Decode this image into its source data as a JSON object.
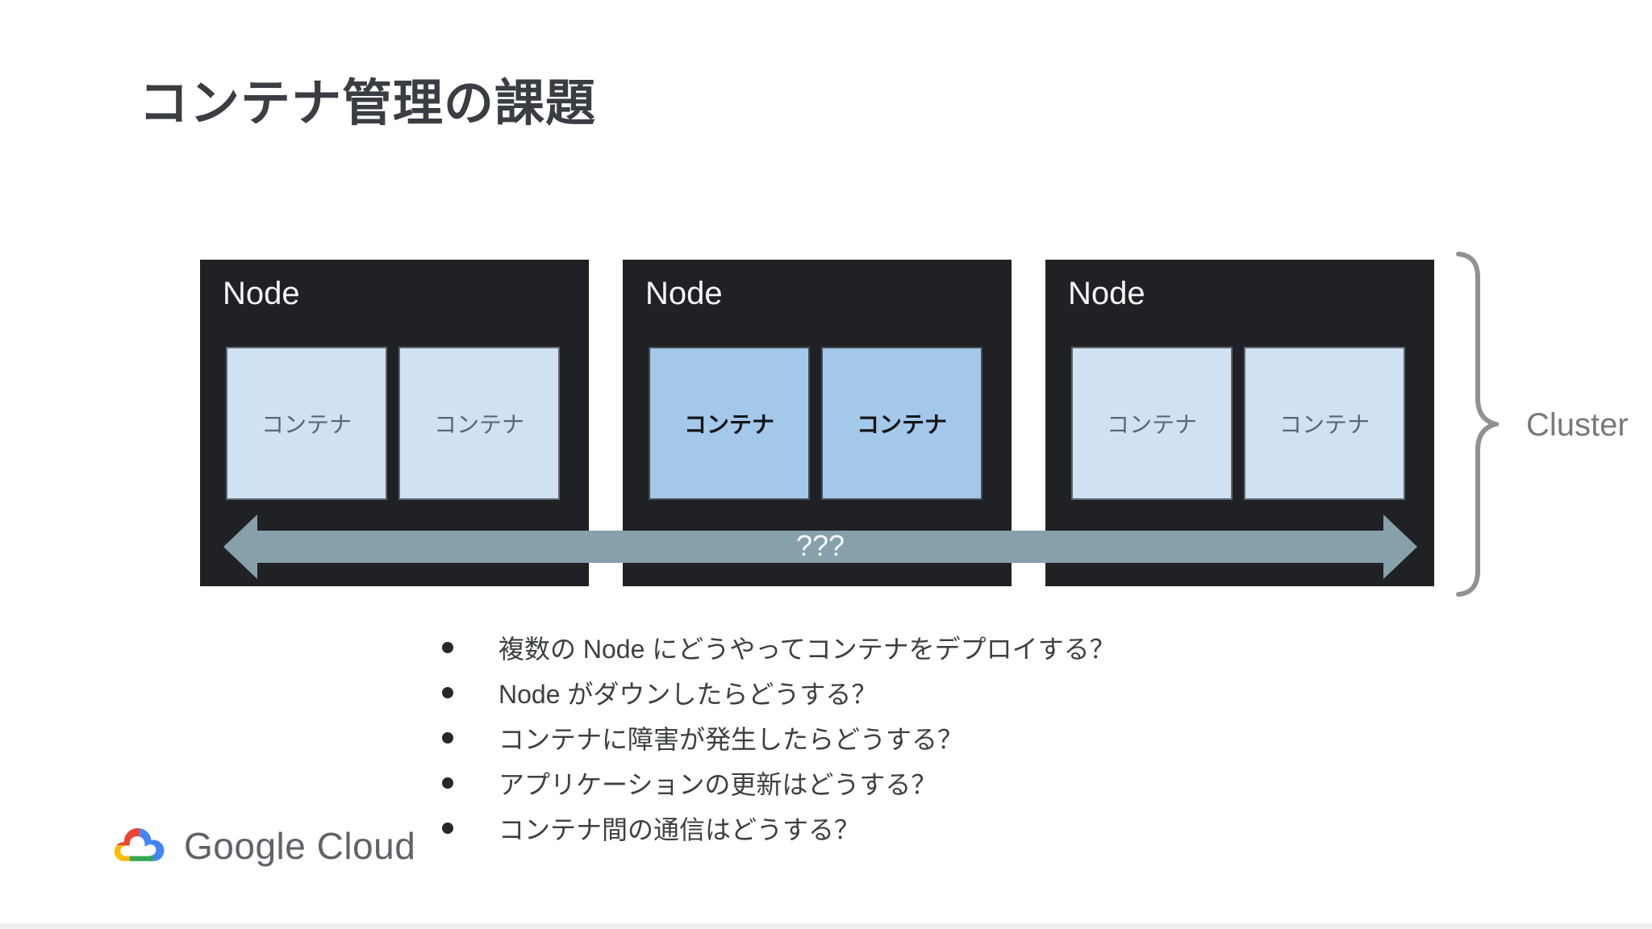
{
  "slide": {
    "title": "コンテナ管理の課題",
    "nodes": [
      {
        "label": "Node",
        "containers": [
          {
            "label": "コンテナ",
            "highlighted": false
          },
          {
            "label": "コンテナ",
            "highlighted": false
          }
        ]
      },
      {
        "label": "Node",
        "containers": [
          {
            "label": "コンテナ",
            "highlighted": true
          },
          {
            "label": "コンテナ",
            "highlighted": true
          }
        ]
      },
      {
        "label": "Node",
        "containers": [
          {
            "label": "コンテナ",
            "highlighted": false
          },
          {
            "label": "コンテナ",
            "highlighted": false
          }
        ]
      }
    ],
    "arrow_label": "???",
    "cluster_label": "Cluster",
    "bullets": [
      "複数の Node にどうやってコンテナをデプロイする？",
      "Node がダウンしたらどうする？",
      "コンテナに障害が発生したらどうする？",
      "アプリケーションの更新はどうする？",
      "コンテナ間の通信はどうする？"
    ],
    "footer": {
      "logo_text": "Google Cloud"
    },
    "colors": {
      "title_text": "#3a3d42",
      "node_background": "#202124",
      "node_label_text": "#f5f6f7",
      "container_light": "#cfe1f3",
      "container_light_text": "#5c6672",
      "container_highlight": "#a4c8ea",
      "container_highlight_text": "#131519",
      "arrow": "#86a0ac",
      "arrow_text": "#f6f8f9",
      "brace": "#8f9194",
      "cluster_text": "#767a7e",
      "bullet_text": "#3c4043",
      "logo_text": "#5f6368",
      "google_red": "#EA4335",
      "google_blue": "#4285F4",
      "google_yellow": "#FBBC05",
      "google_green": "#34A853"
    }
  }
}
